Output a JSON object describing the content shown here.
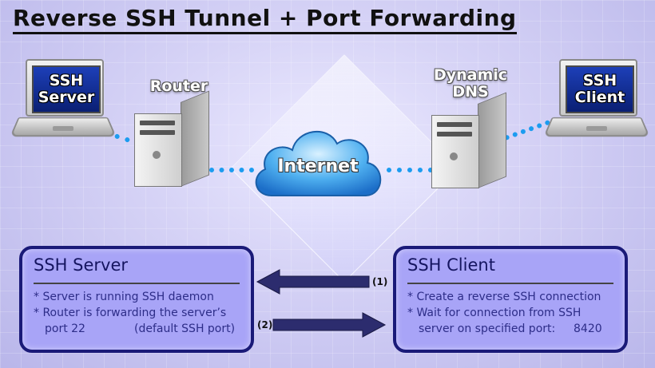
{
  "title": "Reverse SSH Tunnel + Port Forwarding",
  "nodes": {
    "ssh_server_laptop": "SSH\nServer",
    "router": "Router",
    "internet": "Internet",
    "dynamic_dns": "Dynamic\nDNS",
    "ssh_client_laptop": "SSH\nClient"
  },
  "server_panel": {
    "title": "SSH Server",
    "line1": "* Server is running SSH daemon",
    "line2": "* Router is forwarding the server’s",
    "line3a": "port 22",
    "line3b": "(default SSH port)"
  },
  "client_panel": {
    "title": "SSH Client",
    "line1": "* Create a reverse SSH connection",
    "line2": "* Wait for connection from SSH",
    "line3a": "server on specified port:",
    "line3b": "8420"
  },
  "arrows": {
    "arrow1_label": "(1)",
    "arrow2_label": "(2)"
  },
  "colors": {
    "accent": "#1a1a78",
    "connection": "#1c9cf0",
    "panel": "#a8a4f7"
  }
}
